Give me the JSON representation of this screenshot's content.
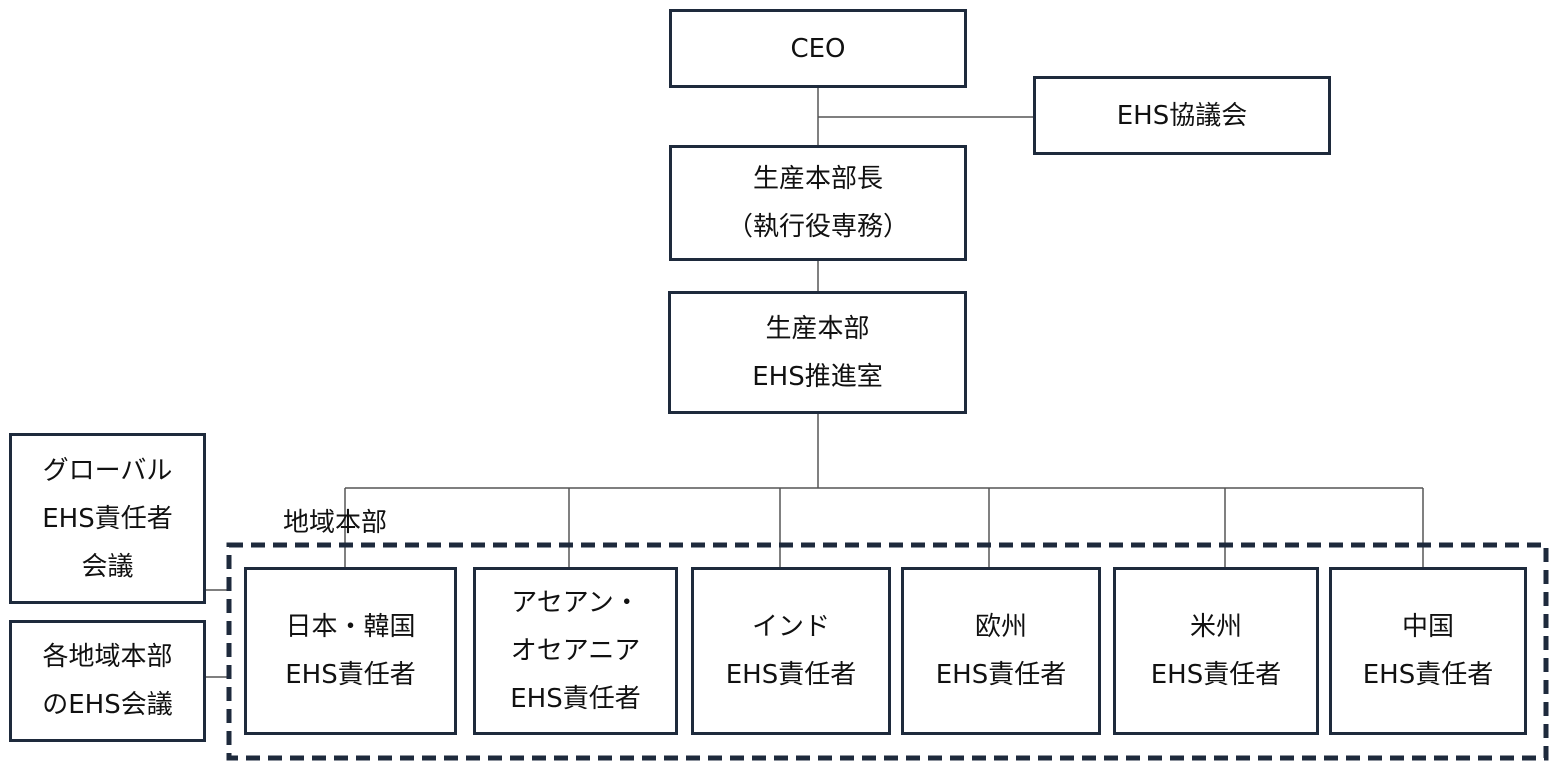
{
  "colors": {
    "border": "#1e2a3c",
    "line": "#555555",
    "text": "#111111"
  },
  "org": {
    "ceo": "CEO",
    "council": "EHS協議会",
    "head": {
      "line1": "生産本部長",
      "line2": "（執行役専務）"
    },
    "office": {
      "line1": "生産本部",
      "line2": "EHS推進室"
    },
    "region_label": "地域本部",
    "global_meeting": {
      "line1": "グローバル",
      "line2": "EHS責任者",
      "line3": "会議"
    },
    "regional_meeting": {
      "line1": "各地域本部",
      "line2": "のEHS会議"
    },
    "regions": [
      {
        "line1": "日本・韓国",
        "line2": "EHS責任者"
      },
      {
        "line1": "アセアン・",
        "line2": "オセアニア",
        "line3": "EHS責任者"
      },
      {
        "line1": "インド",
        "line2": "EHS責任者"
      },
      {
        "line1": "欧州",
        "line2": "EHS責任者"
      },
      {
        "line1": "米州",
        "line2": "EHS責任者"
      },
      {
        "line1": "中国",
        "line2": "EHS責任者"
      }
    ]
  }
}
